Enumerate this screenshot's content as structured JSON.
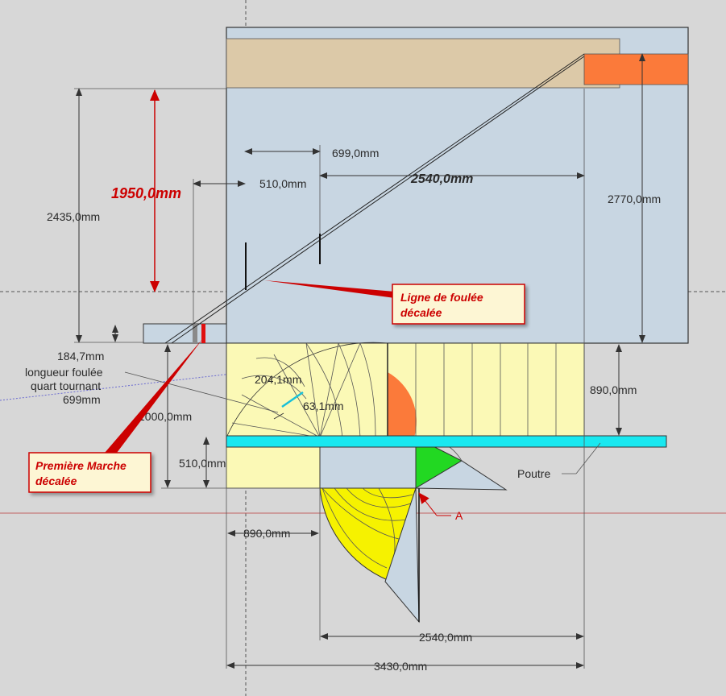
{
  "dimensions": {
    "d_1950": "1950,0mm",
    "d_2435": "2435,0mm",
    "d_699": "699,0mm",
    "d_510_top": "510,0mm",
    "d_2540_top": "2540,0mm",
    "d_2770": "2770,0mm",
    "d_184": "184,7mm",
    "d_890_right": "890,0mm",
    "d_1000": "1000,0mm",
    "d_510_left": "510,0mm",
    "d_204": "204,1mm",
    "d_63": "63,1mm",
    "d_890_bottom": "890,0mm",
    "d_2540_bottom": "2540,0mm",
    "d_3430": "3430,0mm"
  },
  "notes": {
    "foulee_line1": "longueur foulée",
    "foulee_line2": "quart tournant",
    "foulee_line3": "699mm",
    "poutre": "Poutre",
    "point_a": "A"
  },
  "callouts": {
    "ligne_line1": "Ligne de foulée",
    "ligne_line2": "décalée",
    "marche_line1": "Première Marche",
    "marche_line2": "décalée"
  },
  "colors": {
    "background": "#d7d7d7",
    "elevation_fill": "#c8d6e2",
    "floor_fill": "#dcc9a8",
    "orange": "#fb7a3a",
    "plan_yellow": "#fbf9b6",
    "yellow": "#f6f200",
    "green": "#22d822",
    "cyan": "#19e8f0",
    "callout_bg": "#fdf6d4",
    "callout_red": "#cc0000"
  }
}
